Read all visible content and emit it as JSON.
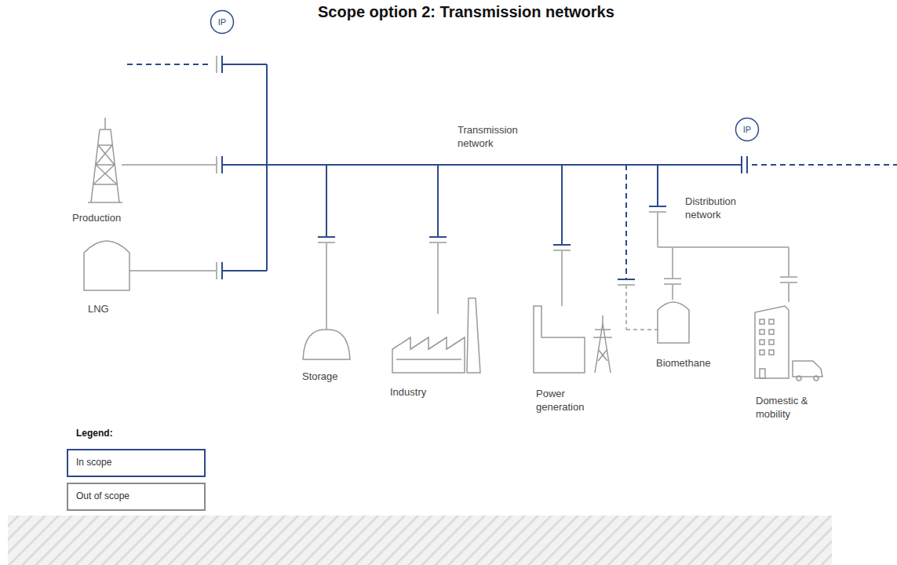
{
  "diagram": {
    "title": "Scope option 2: Transmission networks",
    "nodes": [
      {
        "text": [
          "IP"
        ]
      },
      {
        "text": [
          "IP"
        ]
      }
    ],
    "labels": [
      "Transmission network",
      "Distribution network",
      "Production",
      "LNG",
      "Storage",
      "Industry",
      "Power generation",
      "Biomethane",
      "Domestic & mobility",
      "Legend:"
    ],
    "legend": [
      {
        "text": "In scope"
      },
      {
        "text": "Out of scope"
      }
    ]
  }
}
